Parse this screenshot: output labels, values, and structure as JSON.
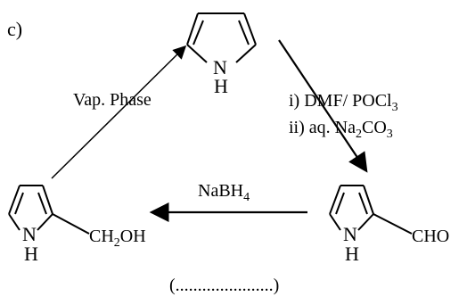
{
  "panel_label": "c)",
  "steps": {
    "top_right": {
      "reagent_1": "i) DMF/ POCl",
      "reagent_1_sub": "3",
      "reagent_2_prefix": "ii) aq. Na",
      "reagent_2_sub1": "2",
      "reagent_2_mid": "CO",
      "reagent_2_sub2": "3"
    },
    "bottom": {
      "reagent_main": "NaBH",
      "reagent_sub": "4"
    },
    "top_left": {
      "reagent": "Vap. Phase"
    }
  },
  "molecules": {
    "pyrrole": {
      "nh_label": "N",
      "h_label": "H"
    },
    "pyrrole_2_carbaldehyde": {
      "nh_label": "N",
      "h_label": "H",
      "substituent": "CHO"
    },
    "pyrrole_2_methanol": {
      "nh_label": "N",
      "h_label": "H",
      "substituent_main": "CH",
      "substituent_sub": "2",
      "substituent_tail": "OH"
    }
  },
  "bottom_caption": "(......................)"
}
